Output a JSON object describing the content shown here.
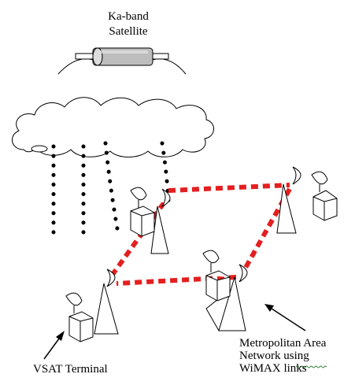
{
  "title": {
    "line1": "Ka-band",
    "line2": "Satellite"
  },
  "labels": {
    "vsat": "VSAT Terminal",
    "man_line1": "Metropolitan Area",
    "man_line2": "Network  using",
    "man_line3": "WiMAX links"
  },
  "colors": {
    "wimax_link": "#e41f1f",
    "satellite_beam": "#000000",
    "satellite_body": "#bdbdbd",
    "spellcheck_underline": "#2e7d32"
  },
  "icons": [
    "satellite-icon",
    "cloud-icon",
    "dish-antenna-icon",
    "terminal-box-icon",
    "base-station-tower-icon",
    "sector-antenna-icon"
  ]
}
